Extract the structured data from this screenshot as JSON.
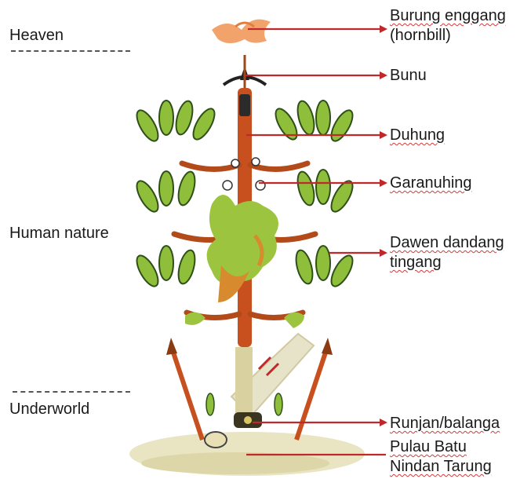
{
  "zones": {
    "heaven": "Heaven",
    "human": "Human nature",
    "underworld": "Underworld"
  },
  "labels": {
    "burung_1": "Burung enggang",
    "burung_2": "(hornbill)",
    "bunu": "Bunu",
    "duhung": "Duhung",
    "garanuhing": "Garanuhing",
    "dawen_1": "Dawen dandang",
    "dawen_2": "tingang",
    "runjan": "Runjan/balanga",
    "pulau_1": "Pulau Batu",
    "pulau_2": "Nindan Tarung"
  },
  "colors": {
    "arrow": "#c0282a",
    "trunk": "#c8501e",
    "leaf": "#8fbf3a",
    "leaf_dark": "#2f4f1a",
    "ground": "#e9e4c2",
    "hornbill": "#f2a36b"
  }
}
